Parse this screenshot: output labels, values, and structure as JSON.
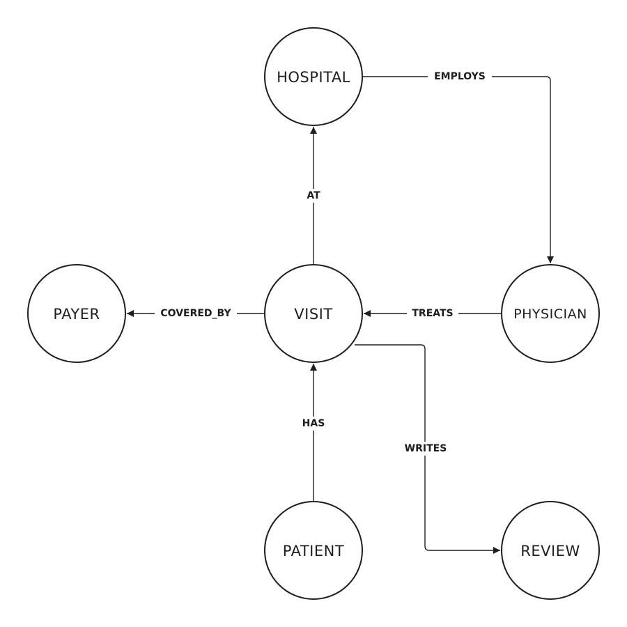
{
  "diagram": {
    "nodes": {
      "hospital": "HOSPITAL",
      "visit": "VISIT",
      "payer": "PAYER",
      "physician": "PHYSICIAN",
      "patient": "PATIENT",
      "review": "REVIEW"
    },
    "edges": {
      "employs": "EMPLOYS",
      "at": "AT",
      "covered_by": "COVERED_BY",
      "treats": "TREATS",
      "has": "HAS",
      "writes": "WRITES"
    }
  }
}
